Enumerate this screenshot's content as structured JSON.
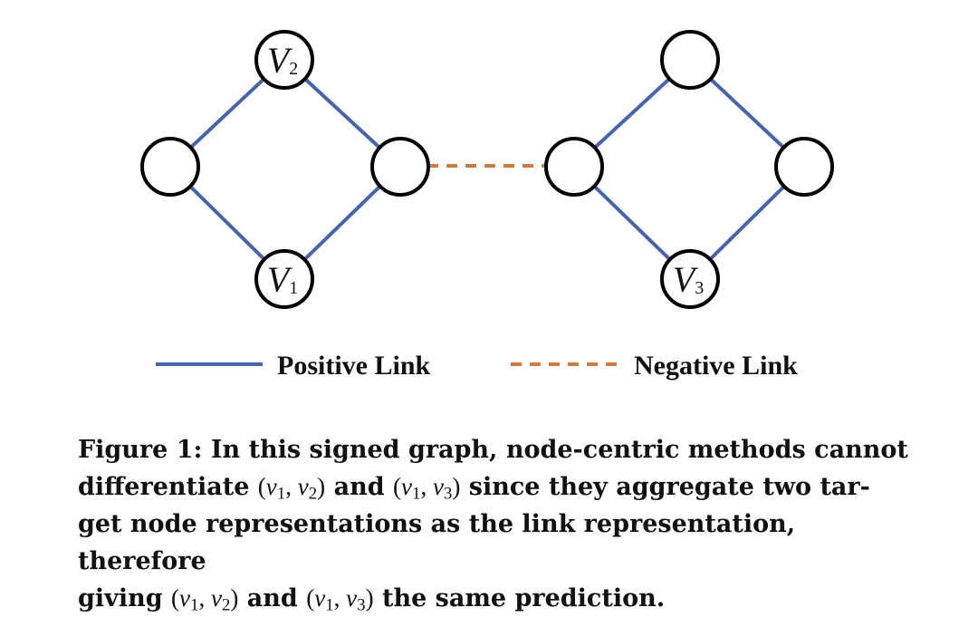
{
  "colors": {
    "positive_link": "#4665a8",
    "negative_link": "#d07a3c",
    "node_stroke": "#000000"
  },
  "nodes": {
    "v2": {
      "letter": "V",
      "sub": "2"
    },
    "v1": {
      "letter": "V",
      "sub": "1"
    },
    "v3": {
      "letter": "V",
      "sub": "3"
    }
  },
  "legend": {
    "positive": "Positive Link",
    "negative": "Negative Link"
  },
  "caption": {
    "label": "Figure 1:",
    "line1": "In this signed graph, node-centric methods cannot",
    "t_differentiate": "differentiate",
    "t_and1": "and",
    "t_since": "since they aggregate two tar-",
    "line3": "get node representations as the link representation, therefore",
    "t_giving": "giving",
    "t_and2": "and",
    "t_end": "the same prediction.",
    "var": "v",
    "sub1": "1",
    "sub2": "2",
    "sub3": "3"
  }
}
